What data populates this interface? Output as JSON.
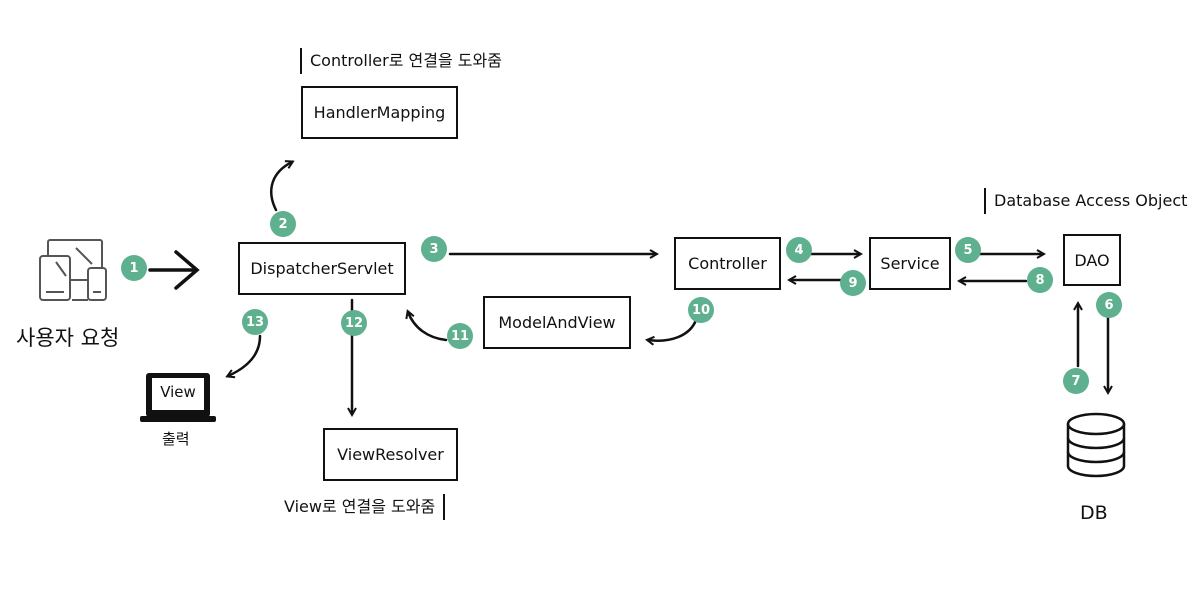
{
  "diagram": {
    "nodes": {
      "user_request_label": "사용자 요청",
      "handler_mapping": "HandlerMapping",
      "handler_mapping_note": "Controller로 연결을 도와줌",
      "dispatcher_servlet": "DispatcherServlet",
      "controller": "Controller",
      "service": "Service",
      "dao": "DAO",
      "dao_note": "Database Access Object",
      "model_and_view": "ModelAndView",
      "view_resolver": "ViewResolver",
      "view_resolver_note": "View로 연결을 도와줌",
      "view_screen": "View",
      "view_output_label": "출력",
      "db_label": "DB"
    },
    "steps": [
      "1",
      "2",
      "3",
      "4",
      "5",
      "6",
      "7",
      "8",
      "9",
      "10",
      "11",
      "12",
      "13"
    ],
    "colors": {
      "badge": "#5fb08f",
      "line": "#111111"
    }
  }
}
